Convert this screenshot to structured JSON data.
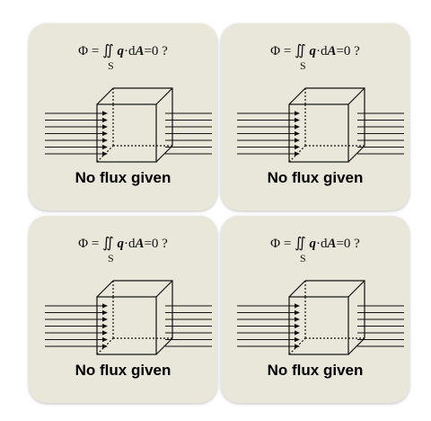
{
  "colors": {
    "coaster_bg": "#e8e7d9",
    "ink": "#111111"
  },
  "coasters": [
    {
      "phi": "Φ",
      "equals": " = ",
      "integral": "∬",
      "q": "q",
      "dot": "·d",
      "A": "A",
      "rest": "=0 ?",
      "sub": "S",
      "caption": "No flux given"
    },
    {
      "phi": "Φ",
      "equals": " = ",
      "integral": "∬",
      "q": "q",
      "dot": "·d",
      "A": "A",
      "rest": "=0 ?",
      "sub": "S",
      "caption": "No flux given"
    },
    {
      "phi": "Φ",
      "equals": " = ",
      "integral": "∬",
      "q": "q",
      "dot": "·d",
      "A": "A",
      "rest": "=0 ?",
      "sub": "S",
      "caption": "No flux given"
    },
    {
      "phi": "Φ",
      "equals": " = ",
      "integral": "∬",
      "q": "q",
      "dot": "·d",
      "A": "A",
      "rest": "=0 ?",
      "sub": "S",
      "caption": "No flux given"
    }
  ],
  "icons": {
    "diagram": "cube-flux-arrows-icon"
  }
}
